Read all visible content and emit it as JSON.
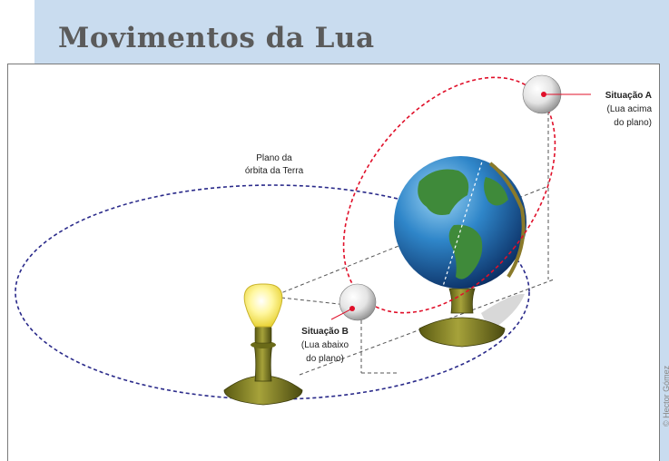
{
  "header": {
    "title": "Movimentos da Lua"
  },
  "labels": {
    "plane_line1": "Plano da",
    "plane_line2": "órbita da Terra",
    "situation_a_title": "Situação A",
    "situation_a_line1": "(Lua acima",
    "situation_a_line2": "do plano)",
    "situation_b_title": "Situação B",
    "situation_b_line1": "(Lua abaixo",
    "situation_b_line2": "do plano)"
  },
  "credit": "© Hector Gómez",
  "colors": {
    "header_bg": "#c9dcef",
    "earth_orbit": "#2a2a8a",
    "moon_orbit": "#e0102a",
    "projection": "#555555",
    "lamp_base": "#7a7a1e",
    "ocean": "#1e5fa8",
    "land": "#3f8a3a"
  }
}
